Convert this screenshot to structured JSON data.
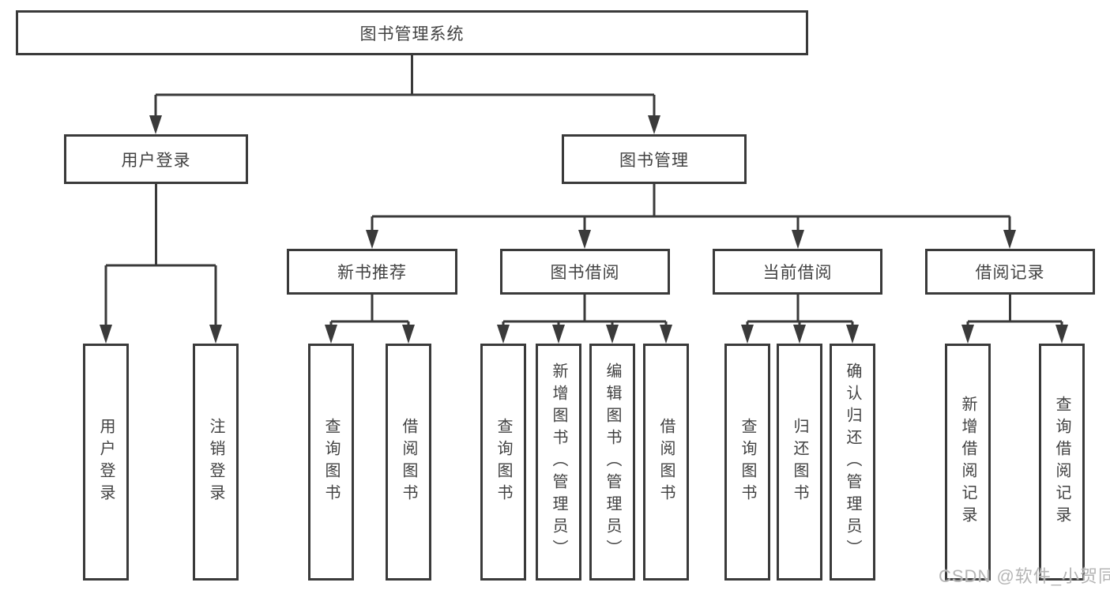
{
  "diagram": {
    "root": {
      "label": "图书管理系统"
    },
    "level2": [
      {
        "label": "用户登录"
      },
      {
        "label": "图书管理"
      }
    ],
    "level3": [
      {
        "label": "新书推荐"
      },
      {
        "label": "图书借阅"
      },
      {
        "label": "当前借阅"
      },
      {
        "label": "借阅记录"
      }
    ],
    "leaves": [
      {
        "label": "用户登录"
      },
      {
        "label": "注销登录"
      },
      {
        "label": "查询图书"
      },
      {
        "label": "借阅图书"
      },
      {
        "label": "查询图书"
      },
      {
        "label": "新增图书（管理员）"
      },
      {
        "label": "编辑图书（管理员）"
      },
      {
        "label": "借阅图书"
      },
      {
        "label": "查询图书"
      },
      {
        "label": "归还图书"
      },
      {
        "label": "确认归还（管理员）"
      },
      {
        "label": "新增借阅记录"
      },
      {
        "label": "查询借阅记录"
      }
    ],
    "colors": {
      "line": "#3a3a3a",
      "text": "#424242",
      "bg": "#ffffff"
    }
  },
  "watermark": {
    "text": "CSDN @软件_小贺同学",
    "color": "#b5b5b5"
  }
}
